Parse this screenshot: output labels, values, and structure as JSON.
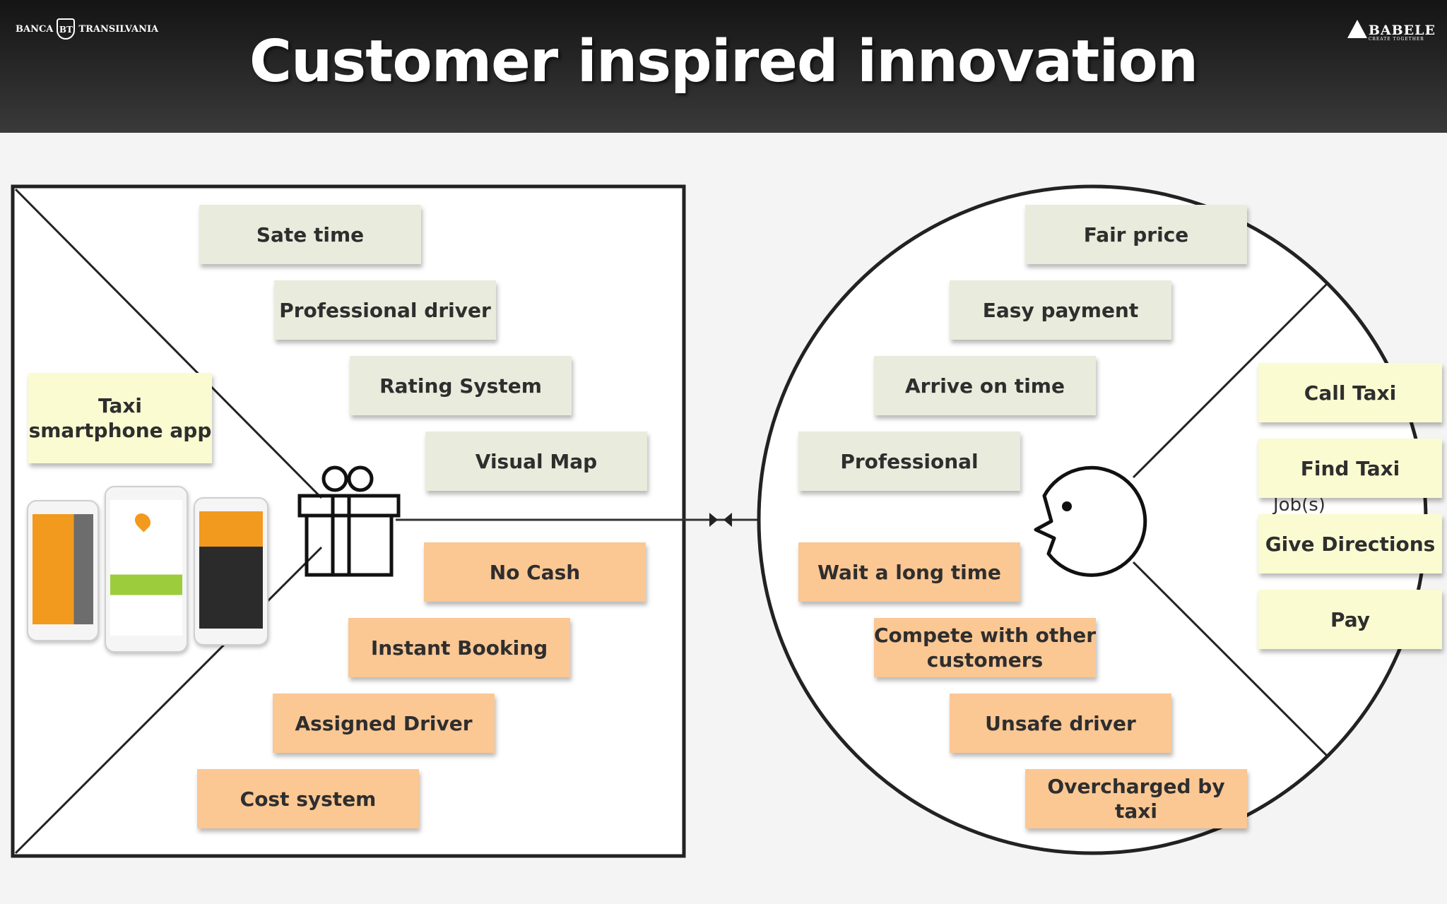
{
  "header": {
    "title": "Customer inspired innovation",
    "brand_left": {
      "prefix": "BANCA",
      "mark": "BT",
      "suffix": "TRANSILVANIA"
    },
    "brand_right": {
      "name": "BABELE",
      "tagline": "CREATE TOGETHER"
    }
  },
  "value_map": {
    "product": "Taxi smartphone app",
    "gain_creators": [
      "Sate time",
      "Professional driver",
      "Rating System",
      "Visual Map"
    ],
    "pain_relievers": [
      "No Cash",
      "Instant Booking",
      "Assigned Driver",
      "Cost system"
    ]
  },
  "customer_profile": {
    "gains": [
      "Fair price",
      "Easy payment",
      "Arrive on time",
      "Professional"
    ],
    "pains": [
      "Wait a long time",
      "Compete with other customers",
      "Unsafe driver",
      "Overcharged by taxi"
    ],
    "jobs_label": "Job(s)",
    "jobs": [
      "Call Taxi",
      "Find Taxi",
      "Give Directions",
      "Pay"
    ]
  },
  "colors": {
    "gain_note": "#e9ecdc",
    "pain_note": "#fbc793",
    "job_note": "#fbfbd2",
    "app_orange": "#f19a1e"
  }
}
